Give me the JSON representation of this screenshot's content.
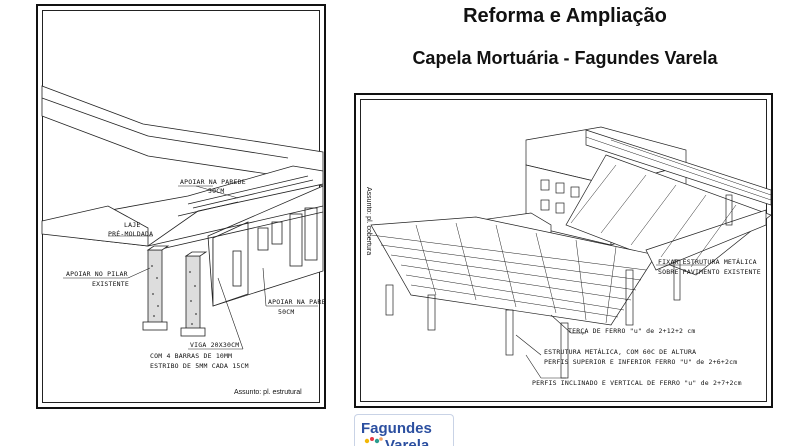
{
  "header": {
    "title": "Reforma e Ampliação",
    "subtitle": "Capela Mortuária - Fagundes Varela"
  },
  "left_drawing": {
    "labels": {
      "apoiar_parede_top": "APOIAR NA PAREDE",
      "apoiar_parede_top_dim": "50CM",
      "laje": "LAJE",
      "pre_moldada": "PRÉ-MOLDADA",
      "apoiar_pilar": "APOIAR NO PILAR",
      "existente": "EXISTENTE",
      "apoiar_parede_right": "APOIAR NA PAREDE",
      "apoiar_parede_right_dim": "50CM",
      "viga": "VIGA 20X30CM",
      "barras": "COM 4 BARRAS DE 10MM",
      "estribo": "ESTRIBO DE 5MM CADA 15CM"
    },
    "subject": "Assunto: pl. estrutural"
  },
  "right_drawing": {
    "subject": "Assunto: pl. cobertura",
    "labels": {
      "fixar": "FIXAR ESTRUTURA METÁLICA",
      "sobre": "SOBRE PAVIMENTO EXISTENTE",
      "terca": "TERÇA DE FERRO \"u\" de 2+12+2 cm",
      "estrutura": "ESTRUTURA METÁLICA, COM 60C DE ALTURA",
      "perfis_sup": "PERFIS SUPERIOR E INFERIOR FERRO \"U\" de 2+6+2cm",
      "perfis_incl": "PERFIS INCLINADO E VERTICAL DE FERRO \"u\" de 2+7+2cm"
    }
  },
  "logo": {
    "line1": "Fagundes",
    "line2": "Varela",
    "brand_color": "#2b4fa0",
    "dot_colors": [
      "#f2b705",
      "#e63946",
      "#2a9d8f",
      "#f4a261"
    ]
  }
}
